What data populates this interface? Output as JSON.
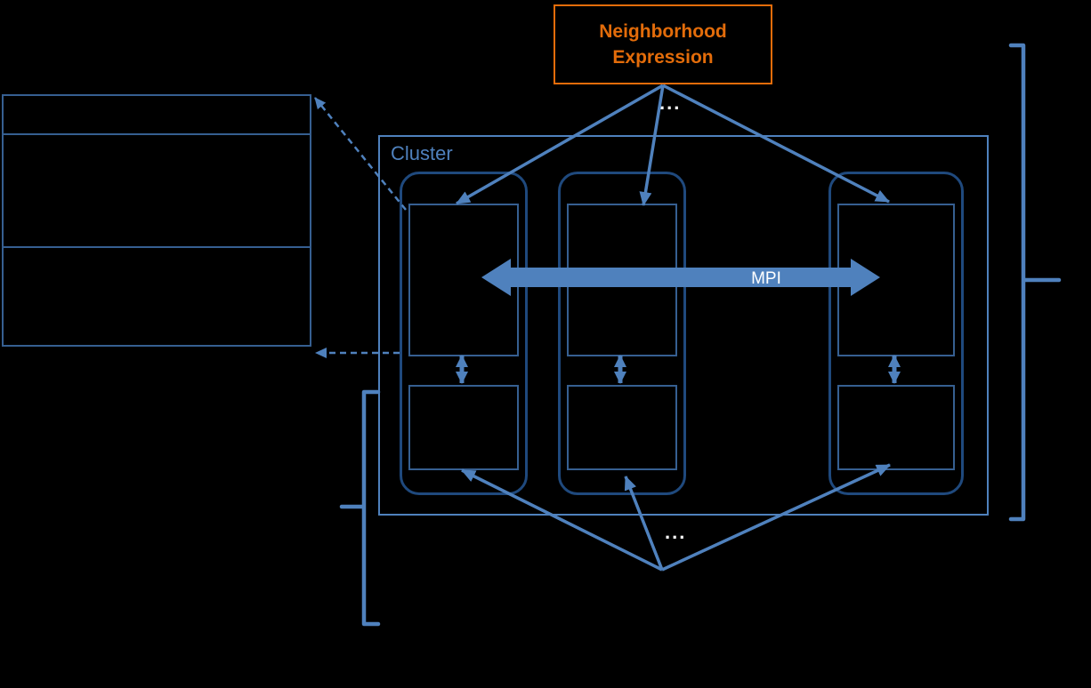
{
  "diagram": {
    "type": "cluster-architecture-diagram",
    "callout": {
      "line1": "Neighborhood",
      "line2": "Expression"
    },
    "cluster_label": "Cluster",
    "mpi_label": "MPI",
    "ellipsis_top": "...",
    "ellipsis_bottom": "...",
    "node_count": 3,
    "memory_table_rows": 3
  },
  "colors": {
    "background": "#000000",
    "primary_blue": "#4f81bd",
    "mid_blue": "#365f91",
    "dark_blue": "#1f497d",
    "orange": "#e36c0a",
    "label_white": "#ffffff"
  }
}
